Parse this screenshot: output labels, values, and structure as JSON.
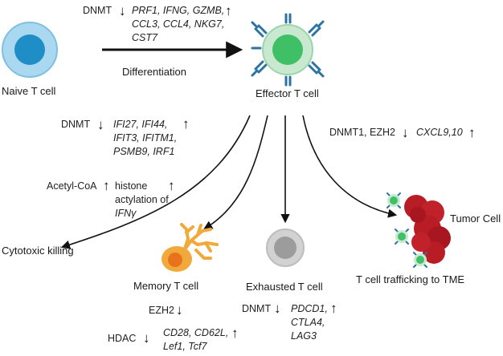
{
  "cells": {
    "naive": "Naive T cell",
    "effector": "Effector T cell",
    "memory": "Memory T cell",
    "exhausted": "Exhausted T cell",
    "tumor": "Tumor Cell"
  },
  "process": {
    "differentiation": "Differentiation",
    "cytotoxic": "Cytotoxic killing",
    "trafficking": "T cell trafficking to TME"
  },
  "top_block": {
    "regulator": "DNMT",
    "genes_line1": "PRF1, IFNG, GZMB,",
    "genes_line2": "CCL3, CCL4, NKG7,",
    "genes_line3": "CST7"
  },
  "cytotoxic_block": {
    "regulator": "DNMT",
    "genes_line1": "IFI27, IFI44,",
    "genes_line2": "IFIT3, IFITM1,",
    "genes_line3": "PSMB9, IRF1"
  },
  "acetyl_block": {
    "regulator": "Acetyl-CoA",
    "line1": "histone",
    "line2": "actylation of",
    "line3": "IFNγ"
  },
  "trafficking_block": {
    "regulator": "DNMT1, EZH2",
    "genes": "CXCL9,10"
  },
  "memory_block": {
    "regulator1": "EZH2",
    "regulator2": "HDAC",
    "genes_line1": "CD28, CD62L,",
    "genes_line2": "Lef1, Tcf7"
  },
  "exhausted_block": {
    "regulator": "DNMT",
    "genes_line1": "PDCD1,",
    "genes_line2": "CTLA4,",
    "genes_line3": "LAG3"
  },
  "symbols": {
    "down": "↓",
    "up": "↑"
  },
  "colors": {
    "naive_outer": "#a9d8f0",
    "naive_inner": "#1f8ec7",
    "effector_outer": "#c8e9cf",
    "effector_inner": "#3fbf66",
    "receptor": "#2b73a3",
    "memory_body": "#f0a93a",
    "memory_nucleus": "#e8731c",
    "exhausted_outer": "#d2d2d2",
    "exhausted_inner": "#9c9c9c",
    "tumor": "#b81d25"
  }
}
